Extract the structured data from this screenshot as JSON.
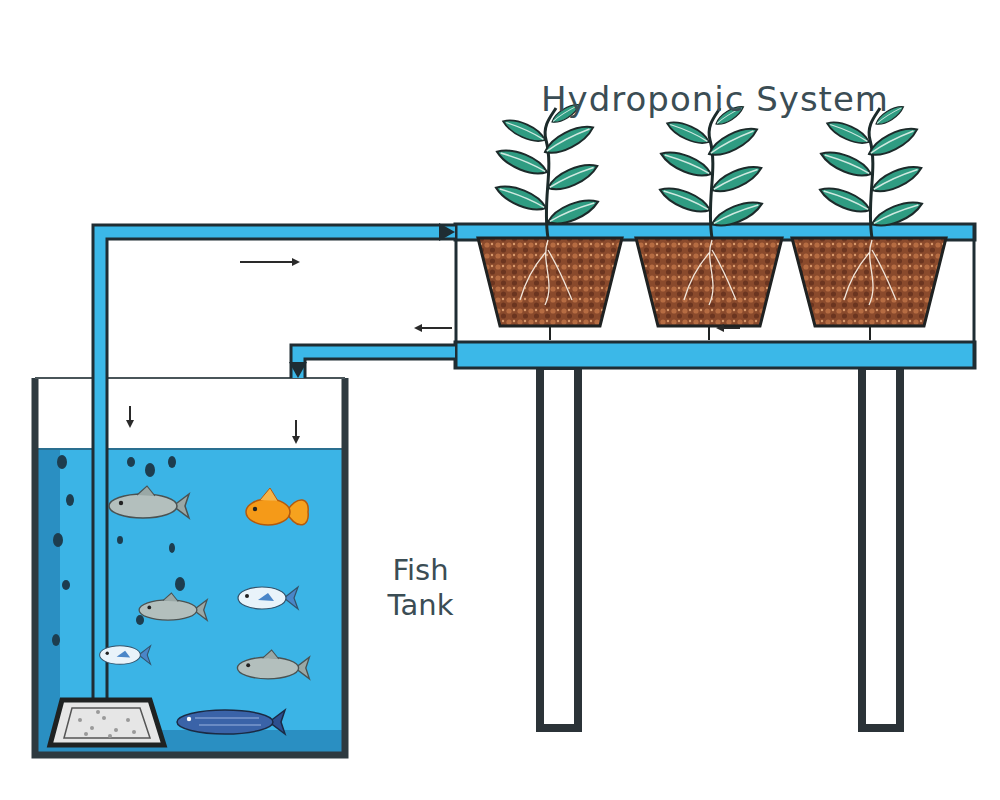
{
  "diagram": {
    "nodes": [
      {
        "text": [
          "Hydroponic System"
        ]
      },
      {
        "text": [
          "Fish Tank"
        ]
      }
    ],
    "edges": [
      {
        "from": 1,
        "to": 0,
        "arrow": "to"
      },
      {
        "from": 0,
        "to": 1,
        "arrow": "to"
      }
    ]
  }
}
